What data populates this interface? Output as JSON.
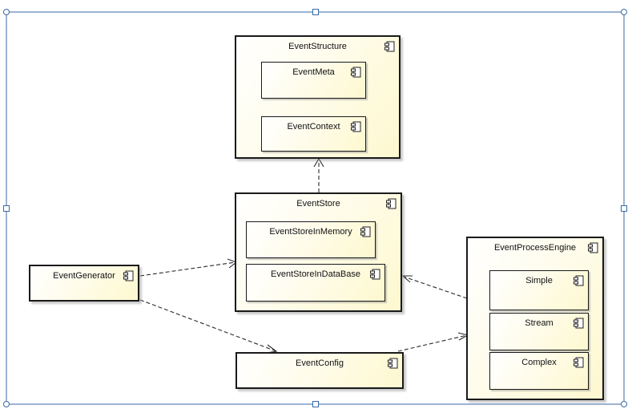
{
  "components": {
    "event_structure": "EventStructure",
    "event_meta": "EventMeta",
    "event_context": "EventContext",
    "event_store": "EventStore",
    "event_store_in_memory": "EventStoreInMemory",
    "event_store_in_database": "EventStoreInDataBase",
    "event_generator": "EventGenerator",
    "event_config": "EventConfig",
    "event_process_engine": "EventProcessEngine",
    "simple": "Simple",
    "stream": "Stream",
    "complex": "Complex"
  },
  "icon": "component-icon",
  "colors": {
    "fill": "#fdf8cf",
    "border": "#1a1a1a",
    "selection": "#3a6aa8"
  }
}
